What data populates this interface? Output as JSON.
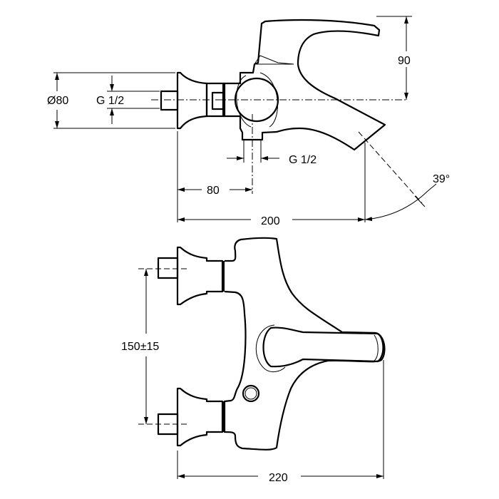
{
  "side_view": {
    "dim_flange_diameter": "Ø80",
    "dim_inlet_thread": "G 1/2",
    "dim_outlet_thread": "G 1/2",
    "dim_height": "90",
    "dim_outlet_offset": "80",
    "dim_spout_length": "200",
    "dim_spout_angle": "39°"
  },
  "top_view": {
    "dim_inlet_spacing": "150±15",
    "dim_total_length": "220"
  },
  "colors": {
    "line": "#000000",
    "background": "#ffffff"
  }
}
